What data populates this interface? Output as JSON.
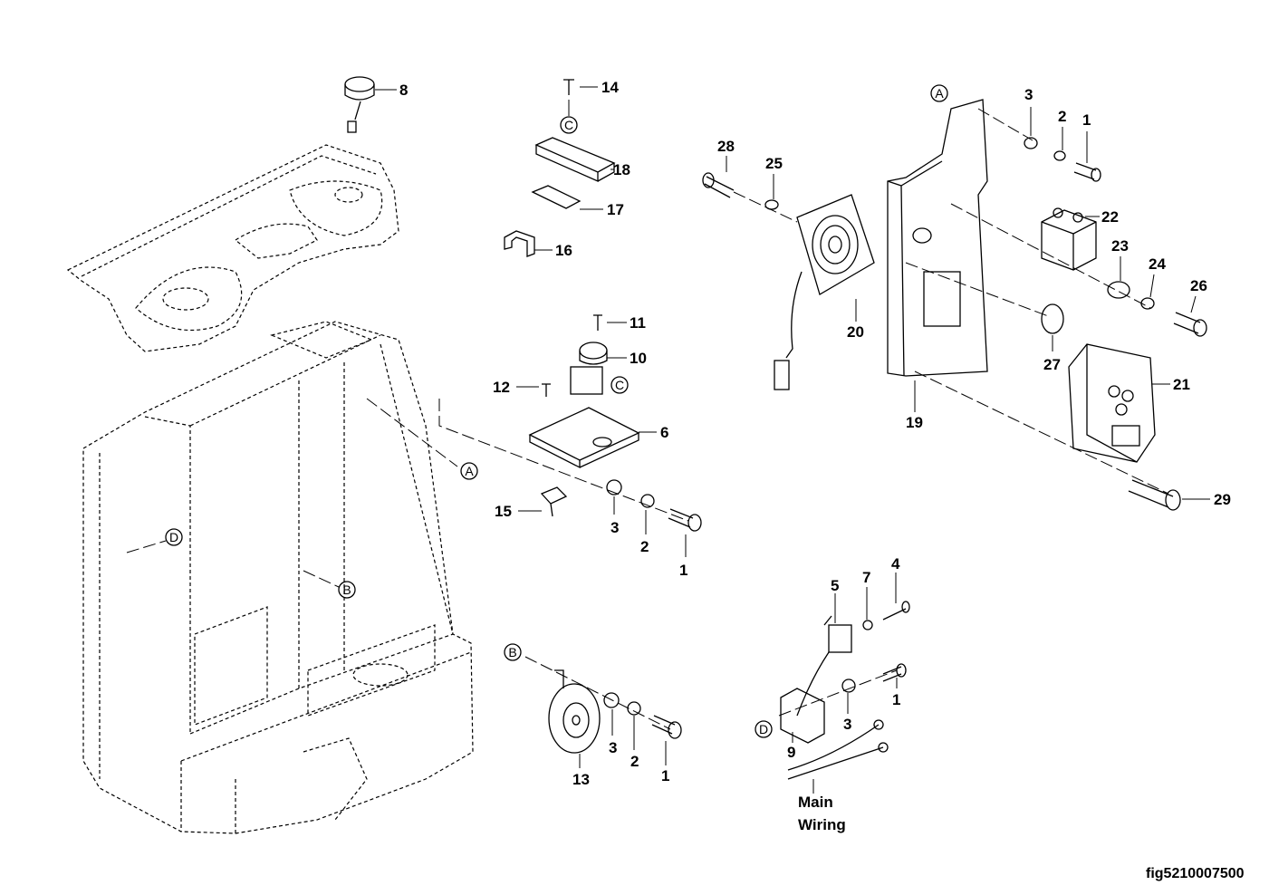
{
  "callouts": {
    "c8": "8",
    "c14": "14",
    "c18": "18",
    "c17": "17",
    "c16": "16",
    "c11": "11",
    "c10": "10",
    "c12": "12",
    "c6": "6",
    "c15": "15",
    "c3a": "3",
    "c2a": "2",
    "c1a": "1",
    "c13": "13",
    "c3b": "3",
    "c2b": "2",
    "c1b": "1",
    "c5": "5",
    "c7": "7",
    "c4": "4",
    "c1c": "1",
    "c3c": "3",
    "c9": "9",
    "c3d": "3",
    "c2d": "2",
    "c1d": "1",
    "c28": "28",
    "c25": "25",
    "c22": "22",
    "c23": "23",
    "c24": "24",
    "c26": "26",
    "c20": "20",
    "c27": "27",
    "c19": "19",
    "c21": "21",
    "c29": "29"
  },
  "references": {
    "r_c_top": "C",
    "r_c_mid": "C",
    "r_a_frame": "A",
    "r_a_panel": "A",
    "r_d_frame": "D",
    "r_d_bracket": "D",
    "r_b_frame": "B",
    "r_b_horn": "B"
  },
  "main_wiring": {
    "line1": "Main",
    "line2": "Wiring"
  },
  "figure_id": "fig5210007500"
}
